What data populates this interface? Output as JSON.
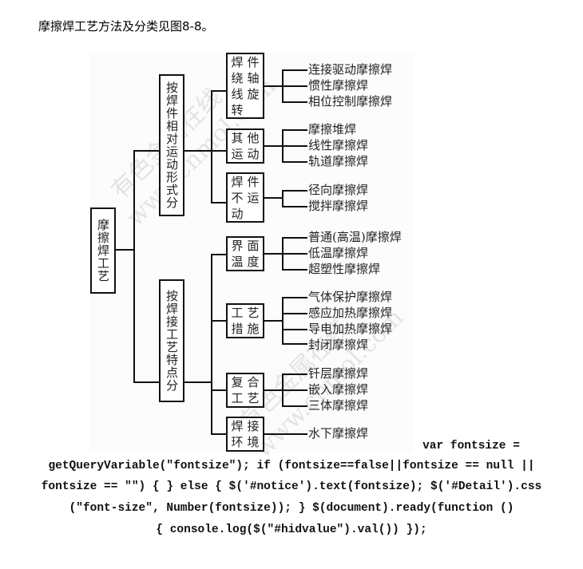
{
  "intro_text": "摩擦焊工艺方法及分类见图8-8。",
  "diagram": {
    "root": "摩擦焊工艺",
    "branches": [
      {
        "label": "按焊件相对运动形式分",
        "groups": [
          {
            "label": "焊件绕轴线旋转",
            "chars": [
              "焊",
              "件",
              "绕",
              "轴",
              "线",
              "旋",
              "转"
            ],
            "items": [
              "连接驱动摩擦焊",
              "惯性摩擦焊",
              "相位控制摩擦焊"
            ]
          },
          {
            "label": "其他运动",
            "chars": [
              "其",
              "他",
              "运",
              "动"
            ],
            "items": [
              "摩擦堆焊",
              "线性摩擦焊",
              "轨道摩擦焊"
            ]
          },
          {
            "label": "焊件不运动",
            "chars": [
              "焊",
              "件",
              "不",
              "运",
              "动"
            ],
            "items": [
              "径向摩擦焊",
              "搅拌摩擦焊"
            ]
          }
        ]
      },
      {
        "label": "按焊接工艺特点分",
        "groups": [
          {
            "label": "界面温度",
            "chars": [
              "界",
              "面",
              "温",
              "度"
            ],
            "items": [
              "普通(高温)摩擦焊",
              "低温摩擦焊",
              "超塑性摩擦焊"
            ]
          },
          {
            "label": "工艺措施",
            "chars": [
              "工",
              "艺",
              "措",
              "施"
            ],
            "items": [
              "气体保护摩擦焊",
              "感应加热摩擦焊",
              "导电加热摩擦焊",
              "封闭摩擦焊"
            ]
          },
          {
            "label": "复合工艺",
            "chars": [
              "复",
              "合",
              "工",
              "艺"
            ],
            "items": [
              "钎层摩擦焊",
              "嵌入摩擦焊",
              "三体摩擦焊"
            ]
          },
          {
            "label": "焊接环境",
            "chars": [
              "焊",
              "接",
              "环",
              "境"
            ],
            "items": [
              "水下摩擦焊"
            ]
          }
        ]
      }
    ],
    "watermarks": [
      "有色金属在线",
      "www.cnmol.com"
    ]
  },
  "code_lines": [
    "var fontsize =",
    "getQueryVariable(\"fontsize\"); if (fontsize==false||fontsize == null ||",
    "fontsize == \"\") { } else { $('#notice').text(fontsize); $('#Detail').css",
    "(\"font-size\", Number(fontsize)); } $(document).ready(function ()",
    "{ console.log($(\"#hidvalue\").val()) });"
  ]
}
